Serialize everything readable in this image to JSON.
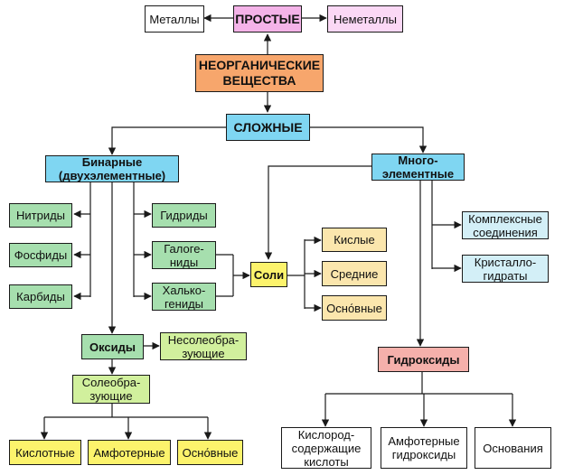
{
  "diagram": {
    "title": "НЕОРГАНИЧЕСКИЕ\nВЕЩЕСТВА",
    "simple": "ПРОСТЫЕ",
    "metals": "Металлы",
    "nonmetals": "Неметаллы",
    "complex": "СЛОЖНЫЕ",
    "binary": "Бинарные\n(двухэлементные)",
    "multi": "Много-\nэлементные",
    "nitrides": "Нитриды",
    "phosphides": "Фосфиды",
    "carbides": "Карбиды",
    "hydrides": "Гидриды",
    "halides": "Галоге-\nниды",
    "chalcogenides": "Халько-\nгениды",
    "salts": "Соли",
    "acidic_salts": "Кислые",
    "normal_salts": "Средние",
    "basic_salts": "Осно́вные",
    "complex_compounds": "Комплексные\nсоединения",
    "crystallohydrates": "Кристалло-\nгидраты",
    "oxides": "Оксиды",
    "non_salt_forming": "Несолеобра-\nзующие",
    "salt_forming": "Солеобра-\nзующие",
    "acidic_oxides": "Кислотные",
    "amphoteric_oxides": "Амфотерные",
    "basic_oxides": "Осно́вные",
    "hydroxides": "Гидроксиды",
    "oxyacids": "Кислород-\nсодержащие\nкислоты",
    "amphoteric_hydroxides": "Амфотерные\nгидроксиды",
    "bases": "Основания"
  }
}
